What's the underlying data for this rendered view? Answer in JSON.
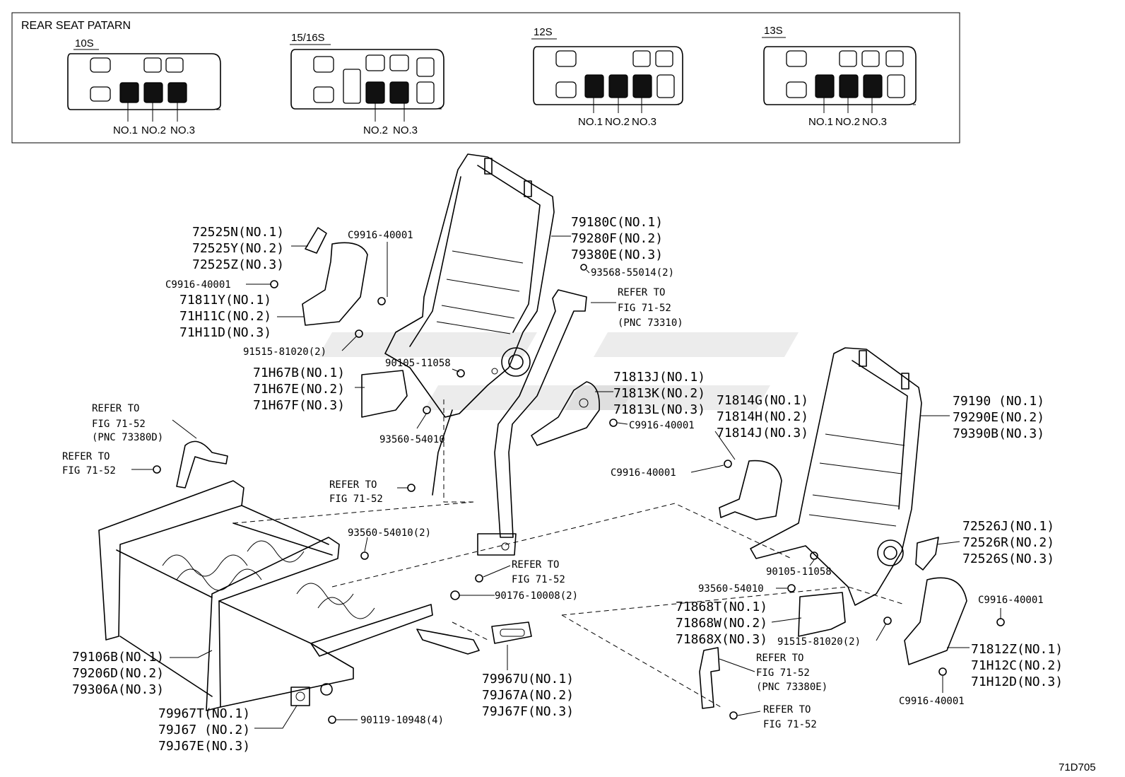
{
  "legend": {
    "title": "REAR SEAT PATARN",
    "panels": [
      {
        "label": "10S",
        "seats": [
          "NO.1",
          "NO.2",
          "NO.3"
        ]
      },
      {
        "label": "15/16S",
        "seats": [
          "NO.2",
          "NO.3"
        ]
      },
      {
        "label": "12S",
        "seats": [
          "NO.1",
          "NO.2",
          "NO.3"
        ]
      },
      {
        "label": "13S",
        "seats": [
          "NO.1",
          "NO.2",
          "NO.3"
        ]
      }
    ]
  },
  "callouts": {
    "c1": [
      "72525N(NO.1)",
      "72525Y(NO.2)",
      "72525Z(NO.3)"
    ],
    "c2": [
      "C9916-40001"
    ],
    "c3": [
      "C9916-40001"
    ],
    "c4": [
      "71811Y(NO.1)",
      "71H11C(NO.2)",
      "71H11D(NO.3)"
    ],
    "c5": [
      "91515-81020(2)"
    ],
    "c6": [
      "90105-11058"
    ],
    "c7": [
      "71H67B(NO.1)",
      "71H67E(NO.2)",
      "71H67F(NO.3)"
    ],
    "c8": [
      "93560-54010"
    ],
    "c9": [
      "79180C(NO.1)",
      "79280F(NO.2)",
      "79380E(NO.3)"
    ],
    "c10": [
      "93568-55014(2)"
    ],
    "c11": [
      "REFER TO",
      "FIG 71-52"
    ],
    "c11b": [
      "(PNC 73310)"
    ],
    "c12": [
      "71813J(NO.1)",
      "71813K(NO.2)",
      "71813L(NO.3)"
    ],
    "c13": [
      "C9916-40001"
    ],
    "c14": [
      "REFER TO",
      "FIG 71-52"
    ],
    "c14b": [
      "(PNC 73380D)"
    ],
    "c15": [
      "REFER TO",
      "FIG 71-52"
    ],
    "c16": [
      "REFER TO",
      "FIG 71-52"
    ],
    "c17": [
      "93560-54010(2)"
    ],
    "c18": [
      "REFER TO",
      "FIG 71-52"
    ],
    "c19": [
      "90176-10008(2)"
    ],
    "c20": [
      "71814G(NO.1)",
      "71814H(NO.2)",
      "71814J(NO.3)"
    ],
    "c21": [
      "C9916-40001"
    ],
    "c22": [
      "79190 (NO.1)",
      "79290E(NO.2)",
      "79390B(NO.3)"
    ],
    "c23": [
      "72526J(NO.1)",
      "72526R(NO.2)",
      "72526S(NO.3)"
    ],
    "c24": [
      "90105-11058"
    ],
    "c25": [
      "93560-54010"
    ],
    "c26": [
      "71868T(NO.1)",
      "71868W(NO.2)",
      "71868X(NO.3)"
    ],
    "c27": [
      "91515-81020(2)"
    ],
    "c28": [
      "C9916-40001"
    ],
    "c29": [
      "71812Z(NO.1)",
      "71H12C(NO.2)",
      "71H12D(NO.3)"
    ],
    "c30": [
      "C9916-40001"
    ],
    "c31": [
      "REFER TO",
      "FIG 71-52"
    ],
    "c31b": [
      "(PNC 73380E)"
    ],
    "c32": [
      "REFER TO",
      "FIG 71-52"
    ],
    "c33": [
      "79106B(NO.1)",
      "79206D(NO.2)",
      "79306A(NO.3)"
    ],
    "c34": [
      "79967T(NO.1)",
      "79J67 (NO.2)",
      "79J67E(NO.3)"
    ],
    "c35": [
      "90119-10948(4)"
    ],
    "c36": [
      "79967U(NO.1)",
      "79J67A(NO.2)",
      "79J67F(NO.3)"
    ]
  },
  "figure_id": "71D705"
}
